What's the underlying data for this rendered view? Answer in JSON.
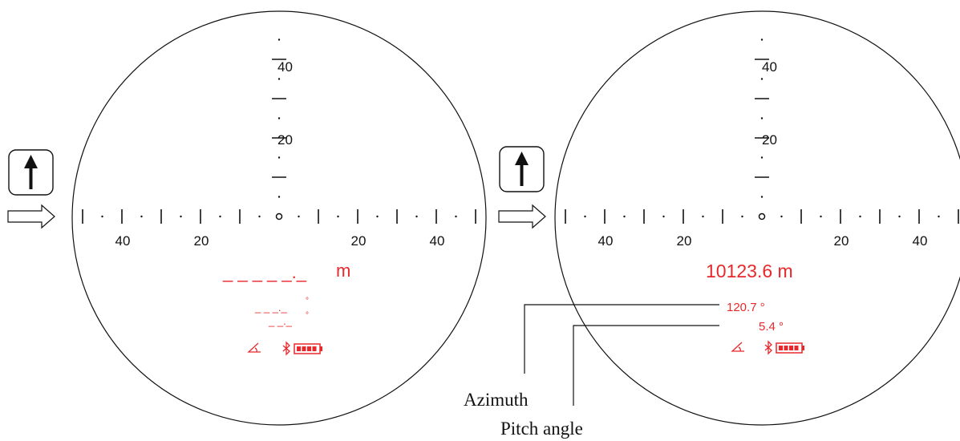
{
  "left_view": {
    "up_button_label": "↑",
    "vertical_ticks": [
      "40",
      "20"
    ],
    "horizontal_ticks_left": [
      "40",
      "20"
    ],
    "horizontal_ticks_right": [
      "20",
      "40"
    ],
    "distance_placeholder": "_ _ _ _ _._",
    "distance_unit": "m",
    "azimuth_placeholder": "_ _ _._",
    "azimuth_unit": "°",
    "pitch_placeholder": "_ _._",
    "pitch_unit": "°"
  },
  "right_view": {
    "up_button_label": "↑",
    "vertical_ticks": [
      "40",
      "20"
    ],
    "horizontal_ticks_left": [
      "40",
      "20"
    ],
    "horizontal_ticks_right": [
      "20",
      "40"
    ],
    "distance_value": "10123.6 m",
    "azimuth_value": "120.7 °",
    "pitch_value": "5.4 °"
  },
  "callouts": {
    "azimuth": "Azimuth",
    "pitch": "Pitch angle"
  },
  "colors": {
    "reticle": "#111111",
    "display": "#e8282b"
  },
  "icons": [
    "up-arrow-icon",
    "right-arrow-icon",
    "angle-icon",
    "bluetooth-icon",
    "battery-icon"
  ]
}
